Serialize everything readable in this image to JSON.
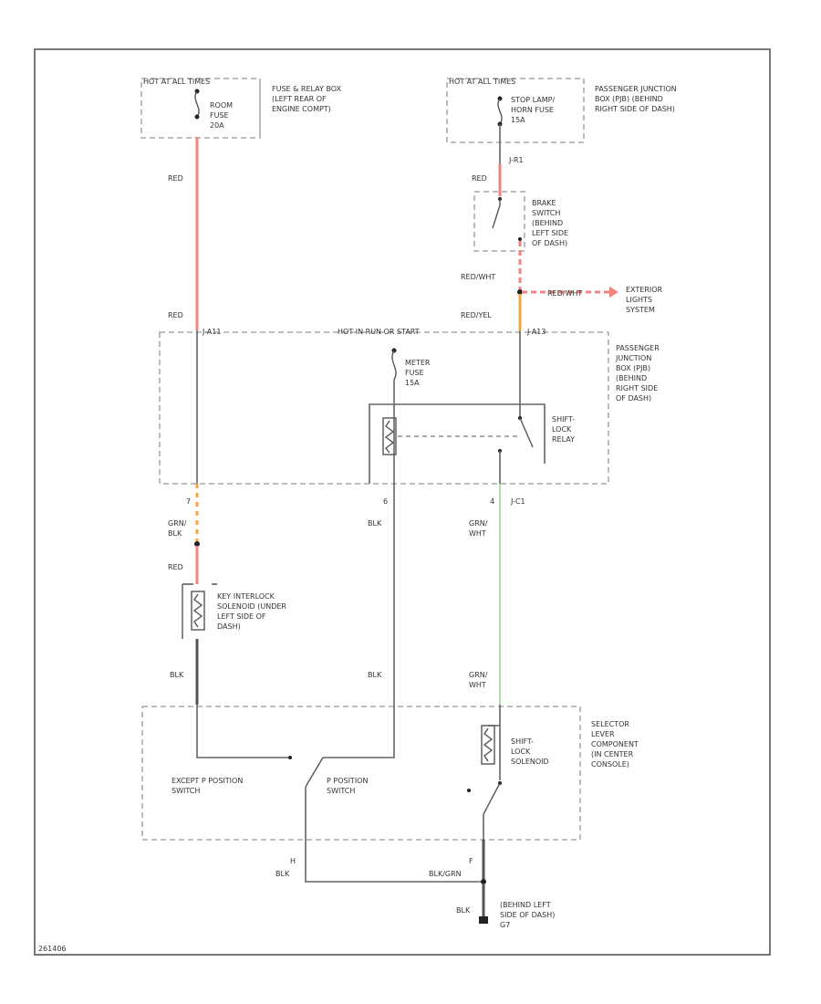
{
  "labels": {
    "hot_left": "HOT AT ALL TIMES",
    "hot_right": "HOT AT ALL TIMES",
    "room_fuse": "ROOM FUSE 20A",
    "fuse_relay_box": "FUSE & RELAY BOX (LEFT REAR OF ENGINE COMPT)",
    "stop_horn_fuse": "STOP LAMP/ HORN FUSE 15A",
    "pjb_top": "PASSENGER JUNCTION BOX (PJB) (BEHIND RIGHT SIDE OF DASH)",
    "j_r1": "J-R1",
    "red_left_top": "RED",
    "red_right_top": "RED",
    "brake_switch": "BRAKE SWITCH (BEHIND LEFT SIDE OF DASH)",
    "red_wht": "RED/WHT",
    "red_wht_ext": "RED/WHT",
    "exterior_lights": "EXTERIOR LIGHTS SYSTEM",
    "red_yel": "RED/YEL",
    "red_left_mid": "RED",
    "j_a_left": "J-A11",
    "hot_run_start": "HOT IN RUN OR START",
    "j_a_right": "J-A13",
    "meter_fuse": "METER FUSE 15A",
    "pjb_mid": "PASSENGER JUNCTION BOX (PJB) (BEHIND RIGHT SIDE OF DASH)",
    "shift_lock_relay": "SHIFT- LOCK RELAY",
    "pin_7": "7",
    "pin_6": "6",
    "pin_4": "4",
    "j_c1": "J-C1",
    "wire_grn_blk": "GRN/ BLK",
    "wire_blk_mid": "BLK",
    "wire_grn_wht": "GRN/ WHT",
    "red_lower": "RED",
    "key_interlock": "KEY INTERLOCK SOLENOID (UNDER LEFT SIDE OF DASH)",
    "blk_left_low": "BLK",
    "blk_mid_low": "BLK",
    "grn_wht_low": "GRN/ WHT",
    "selector_lever": "SELECTOR LEVER COMPONENT (IN CENTER CONSOLE)",
    "shift_lock_solenoid": "SHIFT- LOCK SOLENOID",
    "except_p_switch": "EXCEPT P POSITION SWITCH",
    "p_switch": "P POSITION SWITCH",
    "pin_h": "H",
    "pin_f": "F",
    "blk_bottom": "BLK",
    "blk_grn": "BLK/GRN",
    "blk_ground": "BLK",
    "ground_loc": "(BEHIND LEFT SIDE OF DASH) G7",
    "footer_code": "261406"
  },
  "colors": {
    "red": "#f0827f",
    "orange": "#f4a640",
    "green": "#99d98f",
    "black": "#555555"
  }
}
